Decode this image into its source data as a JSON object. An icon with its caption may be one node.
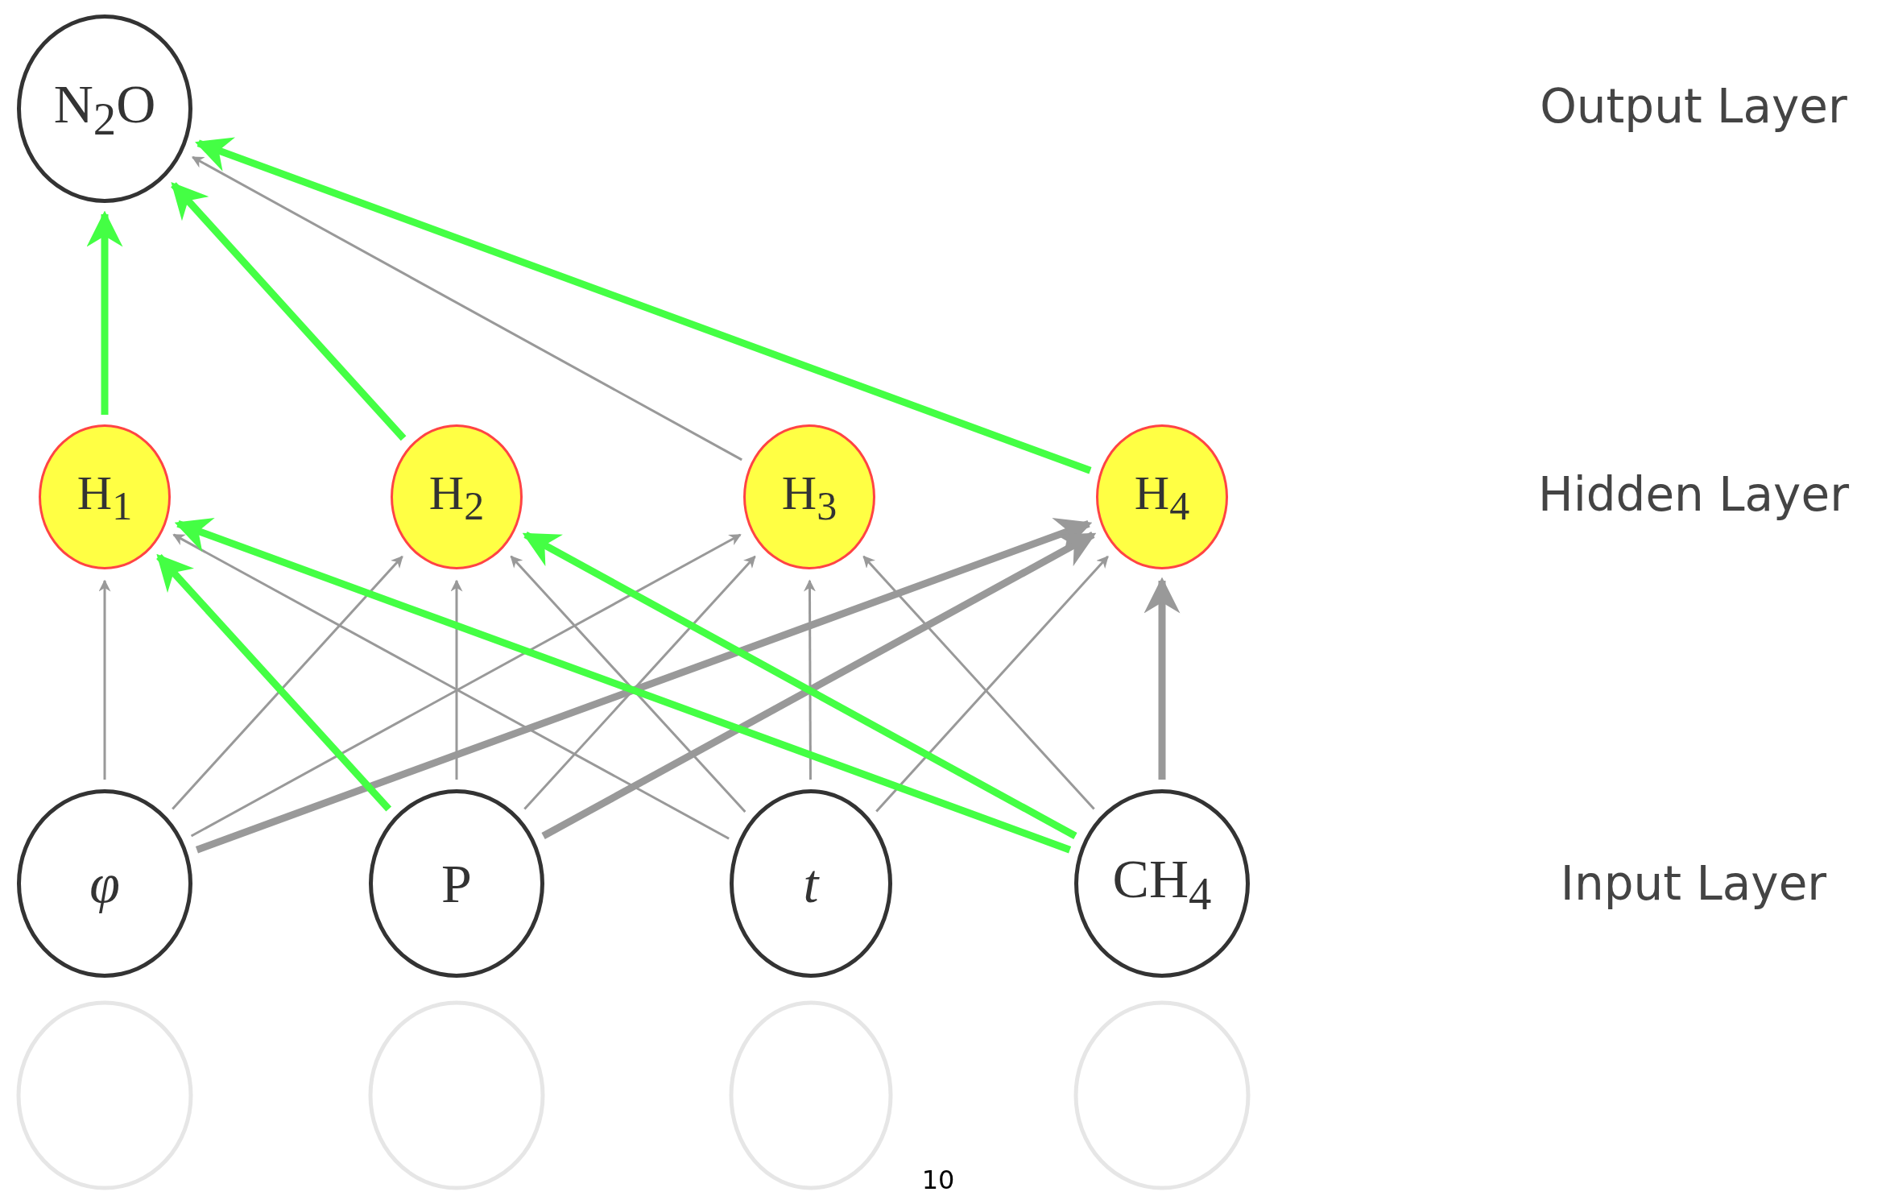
{
  "diagram": {
    "nodes": [
      {
        "text": [
          "N$_{2}$O"
        ]
      },
      {
        "text": [
          "H$_{1}$"
        ]
      },
      {
        "text": [
          "H$_{2}$"
        ]
      },
      {
        "text": [
          "H$_{3}$"
        ]
      },
      {
        "text": [
          "H$_{4}$"
        ]
      },
      {
        "text": [
          "φ"
        ]
      },
      {
        "text": [
          "P"
        ]
      },
      {
        "text": [
          "t"
        ]
      },
      {
        "text": [
          "CH$_{4}$"
        ]
      }
    ],
    "edges": [
      {
        "from": 5,
        "to": 1,
        "arrow": "to"
      },
      {
        "from": 5,
        "to": 2,
        "arrow": "to"
      },
      {
        "from": 5,
        "to": 3,
        "arrow": "to"
      },
      {
        "from": 5,
        "to": 4,
        "arrow": "to",
        "style": "thick"
      },
      {
        "from": 6,
        "to": 1,
        "arrow": "to",
        "style": "thick",
        "color": "#44ff44"
      },
      {
        "from": 6,
        "to": 2,
        "arrow": "to"
      },
      {
        "from": 6,
        "to": 3,
        "arrow": "to"
      },
      {
        "from": 6,
        "to": 4,
        "arrow": "to",
        "style": "thick"
      },
      {
        "from": 7,
        "to": 1,
        "arrow": "to"
      },
      {
        "from": 7,
        "to": 2,
        "arrow": "to"
      },
      {
        "from": 7,
        "to": 3,
        "arrow": "to"
      },
      {
        "from": 7,
        "to": 4,
        "arrow": "to"
      },
      {
        "from": 8,
        "to": 1,
        "arrow": "to",
        "style": "thick",
        "color": "#44ff44"
      },
      {
        "from": 8,
        "to": 2,
        "arrow": "to",
        "style": "thick",
        "color": "#44ff44"
      },
      {
        "from": 8,
        "to": 3,
        "arrow": "to"
      },
      {
        "from": 8,
        "to": 4,
        "arrow": "to",
        "style": "thick"
      },
      {
        "from": 1,
        "to": 0,
        "arrow": "to",
        "style": "thick",
        "color": "#44ff44"
      },
      {
        "from": 2,
        "to": 0,
        "arrow": "to",
        "style": "thick",
        "color": "#44ff44"
      },
      {
        "from": 3,
        "to": 0,
        "arrow": "to"
      },
      {
        "from": 4,
        "to": 0,
        "arrow": "to",
        "style": "thick",
        "color": "#44ff44"
      }
    ],
    "labels": [
      "Output Layer",
      "Hidden Layer",
      "Input Layer",
      "10"
    ]
  }
}
